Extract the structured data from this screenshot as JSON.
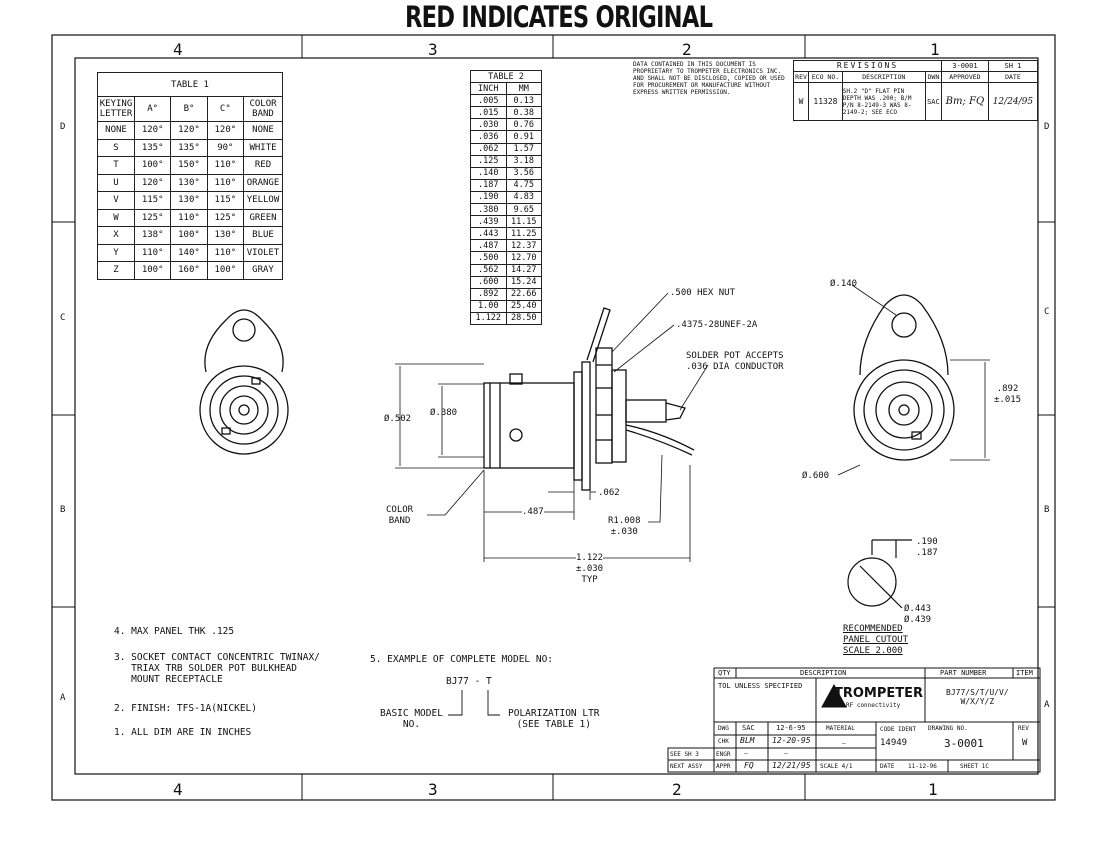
{
  "stamp": "RED INDICATES ORIGINAL",
  "zones": {
    "top": [
      "4",
      "3",
      "2",
      "1"
    ],
    "bottom": [
      "4",
      "3",
      "2",
      "1"
    ],
    "left": [
      "D",
      "C",
      "B",
      "A"
    ],
    "right": [
      "D",
      "C",
      "B",
      "A"
    ]
  },
  "table1": {
    "title": "TABLE 1",
    "headers": [
      "KEYING LETTER",
      "A°",
      "B°",
      "C°",
      "COLOR BAND"
    ],
    "rows": [
      [
        "NONE",
        "120°",
        "120°",
        "120°",
        "NONE"
      ],
      [
        "S",
        "135°",
        "135°",
        "90°",
        "WHITE"
      ],
      [
        "T",
        "100°",
        "150°",
        "110°",
        "RED"
      ],
      [
        "U",
        "120°",
        "130°",
        "110°",
        "ORANGE"
      ],
      [
        "V",
        "115°",
        "130°",
        "115°",
        "YELLOW"
      ],
      [
        "W",
        "125°",
        "110°",
        "125°",
        "GREEN"
      ],
      [
        "X",
        "138°",
        "100°",
        "130°",
        "BLUE"
      ],
      [
        "Y",
        "110°",
        "140°",
        "110°",
        "VIOLET"
      ],
      [
        "Z",
        "100°",
        "160°",
        "100°",
        "GRAY"
      ]
    ]
  },
  "table2": {
    "title": "TABLE 2",
    "headers": [
      "INCH",
      "MM"
    ],
    "rows": [
      [
        ".005",
        "0.13"
      ],
      [
        ".015",
        "0.38"
      ],
      [
        ".030",
        "0.76"
      ],
      [
        ".036",
        "0.91"
      ],
      [
        ".062",
        "1.57"
      ],
      [
        ".125",
        "3.18"
      ],
      [
        ".140",
        "3.56"
      ],
      [
        ".187",
        "4.75"
      ],
      [
        ".190",
        "4.83"
      ],
      [
        ".380",
        "9.65"
      ],
      [
        ".439",
        "11.15"
      ],
      [
        ".443",
        "11.25"
      ],
      [
        ".487",
        "12.37"
      ],
      [
        ".500",
        "12.70"
      ],
      [
        ".562",
        "14.27"
      ],
      [
        ".600",
        "15.24"
      ],
      [
        ".892",
        "22.66"
      ],
      [
        "1.00",
        "25.40"
      ],
      [
        "1.122",
        "28.50"
      ]
    ]
  },
  "proprietary": "DATA CONTAINED IN THIS DOCUMENT IS PROPRIETARY TO TROMPETER ELECTRONICS INC. AND SHALL NOT BE DISCLOSED, COPIED OR USED FOR PROCUREMENT OR MANUFACTURE WITHOUT EXPRESS WRITTEN PERMISSION.",
  "revisions": {
    "title": "REVISIONS",
    "doc": "3-0001",
    "sh": "SH 1",
    "headers": [
      "REV",
      "ECO NO.",
      "DESCRIPTION",
      "DWN",
      "APPROVED",
      "DATE"
    ],
    "row": {
      "rev": "W",
      "eco": "11328",
      "desc": "SH.2 \"D\" FLAT PIN DEPTH WAS .200; B/M P/N 8-2149-3 WAS 8-2149-2; SEE ECO",
      "dwn": "SAC",
      "approved": "Bm; FQ",
      "date": "12/24/95"
    }
  },
  "dims": {
    "hexnut": ".500 HEX NUT",
    "thread": ".4375-28UNEF-2A",
    "solderpot": "SOLDER POT ACCEPTS\n.036 DIA CONDUCTOR",
    "d502": "Ø.502",
    "d380": "Ø.380",
    "colorband": "COLOR\nBAND",
    "d062": ".062",
    "d487": ".487",
    "r008": "R1.008\n±.030",
    "d1122": "1.122\n±.030\nTYP",
    "d140": "Ø.140",
    "d892": ".892\n±.015",
    "d600": "Ø.600",
    "d190": ".190\n.187",
    "d443": "Ø.443\nØ.439",
    "cutout": "RECOMMENDED\nPANEL CUTOUT\nSCALE 2.000"
  },
  "notes": [
    "4. MAX PANEL THK .125",
    "3. SOCKET CONTACT CONCENTRIC TWINAX/\n   TRIAX TRB SOLDER POT BULKHEAD\n   MOUNT RECEPTACLE",
    "2. FINISH: TFS-1A(NICKEL)",
    "1. ALL DIM ARE IN INCHES"
  ],
  "example": {
    "title": "5. EXAMPLE OF COMPLETE MODEL NO:",
    "code": "BJ77 - T",
    "basic": "BASIC MODEL\nNO.",
    "polar": "POLARIZATION LTR\n(SEE TABLE 1)"
  },
  "titleblock": {
    "qty": "QTY",
    "description": "DESCRIPTION",
    "partno": "PART NUMBER",
    "item": "ITEM",
    "tol": "TOL UNLESS SPECIFIED",
    "company": "TROMPETER",
    "tagline": "RF connectivity",
    "partnumber": "BJ77/S/T/U/V/\nW/X/Y/Z",
    "dwg": "DWG",
    "dwg_by": "SAC",
    "dwg_date": "12-6-95",
    "chk": "CHK",
    "chk_by": "BLM",
    "chk_date": "12-20-95",
    "engr": "ENGR",
    "engr_by": "—",
    "engr_date": "—",
    "appr": "APPR",
    "appr_by": "FQ",
    "appr_date": "12/21/95",
    "material": "MATERIAL",
    "material_val": "—",
    "code_ident": "CODE IDENT",
    "code_val": "14949",
    "drawing_no": "DRAWING NO.",
    "drawing_val": "3-0001",
    "rev": "REV",
    "rev_val": "W",
    "scale": "SCALE 4/1",
    "date": "DATE",
    "date_val": "11-12-96",
    "sheet": "SHEET 1C",
    "see_sh": "SEE SH 3",
    "next_assy": "NEXT ASSY"
  }
}
